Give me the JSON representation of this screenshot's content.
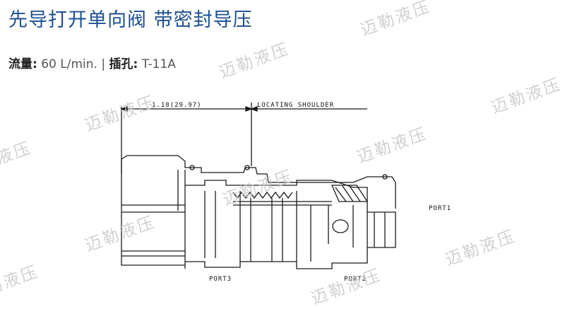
{
  "header": {
    "title": "先导打开单向阀 带密封导压"
  },
  "specs": {
    "flow_label": "流量:",
    "flow_value": "60 L/min.",
    "separator": "|",
    "cavity_label": "插孔:",
    "cavity_value": "T-11A"
  },
  "diagram": {
    "dimension_label": "1.18(29.97)",
    "locating_label": "LOCATING SHOULDER",
    "port1_label": "PORT1",
    "port2_label": "PORT2",
    "port3_label": "PORT3"
  },
  "watermark": {
    "text": "迈勒液压"
  }
}
